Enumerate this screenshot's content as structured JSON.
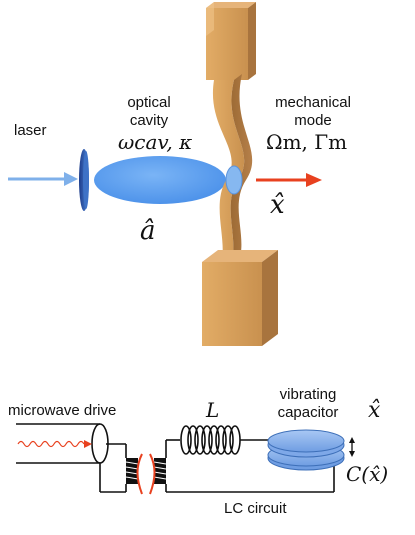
{
  "top": {
    "laser_label": "laser",
    "cavity_label_line1": "optical",
    "cavity_label_line2": "cavity",
    "cavity_params": "ωcav, κ",
    "cavity_operator": "â",
    "mode_label_line1": "mechanical",
    "mode_label_line2": "mode",
    "mode_params": "Ωm, Γm",
    "mode_operator": "x̂"
  },
  "bottom": {
    "drive_label": "microwave drive",
    "inductor_label": "L",
    "capacitor_label_line1": "vibrating",
    "capacitor_label_line2": "capacitor",
    "capacitor_operator": "x̂",
    "capacitance_label": "C(x̂)",
    "circuit_label": "LC circuit"
  },
  "colors": {
    "laser_beam": "#6fa6e6",
    "cavity": "#5d9ff0",
    "beam": "#c9914f",
    "arrow_out": "#e8411f",
    "capacitor": "#8fb6ee"
  }
}
